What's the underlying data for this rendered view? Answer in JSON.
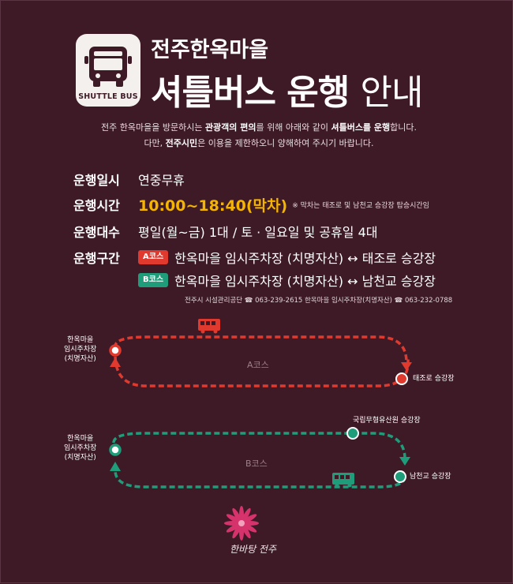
{
  "header": {
    "logo_text": "SHUTTLE BUS",
    "title_line1": "전주한옥마을",
    "title_line2_bold": "셔틀버스 운행",
    "title_line2_light": "안내"
  },
  "intro": {
    "l1_a": "전주 한옥마을을 방문하시는 ",
    "l1_b": "관광객의 편의",
    "l1_c": "를 위해 아래와 같이 ",
    "l1_d": "셔틀버스를 운행",
    "l1_e": "합니다.",
    "l2_a": "다만, ",
    "l2_b": "전주시민",
    "l2_c": "은 이용을 제한하오니 양해하여 주시기 바랍니다."
  },
  "info": {
    "days_label": "운행일시",
    "days_value": "연중무휴",
    "time_label": "운행시간",
    "time_value": "10:00~18:40(막차)",
    "time_note": "※ 막차는 태조로 및 남천교 승강장 탑승시간임",
    "count_label": "운행대수",
    "count_value": "평일(월~금) 1대 / 토 · 일요일 및 공휴일 4대",
    "route_label": "운행구간",
    "course_a_badge": "A코스",
    "course_a_text": "한옥마을 임시주차장 (치명자산) ↔ 태조로 승강장",
    "course_b_badge": "B코스",
    "course_b_text": "한옥마을 임시주차장 (치명자산) ↔ 남천교 승강장",
    "contact": "전주시 시설관리공단 ☎ 063-239-2615     한옥마을 임시주차장(치명자산) ☎ 063-232-0788"
  },
  "map": {
    "a_start": [
      "한옥마을",
      "임시주차장",
      "(치명자산)"
    ],
    "a_end": "태조로 승강장",
    "a_course": "A코스",
    "b_start": [
      "한옥마을",
      "임시주차장",
      "(치명자산)"
    ],
    "b_mid": "국립무형유산원 승강장",
    "b_end": "남천교 승강장",
    "b_course": "B코스",
    "color_a": "#e03a2f",
    "color_b": "#1f9c7a"
  },
  "brand": "한바탕 전주"
}
